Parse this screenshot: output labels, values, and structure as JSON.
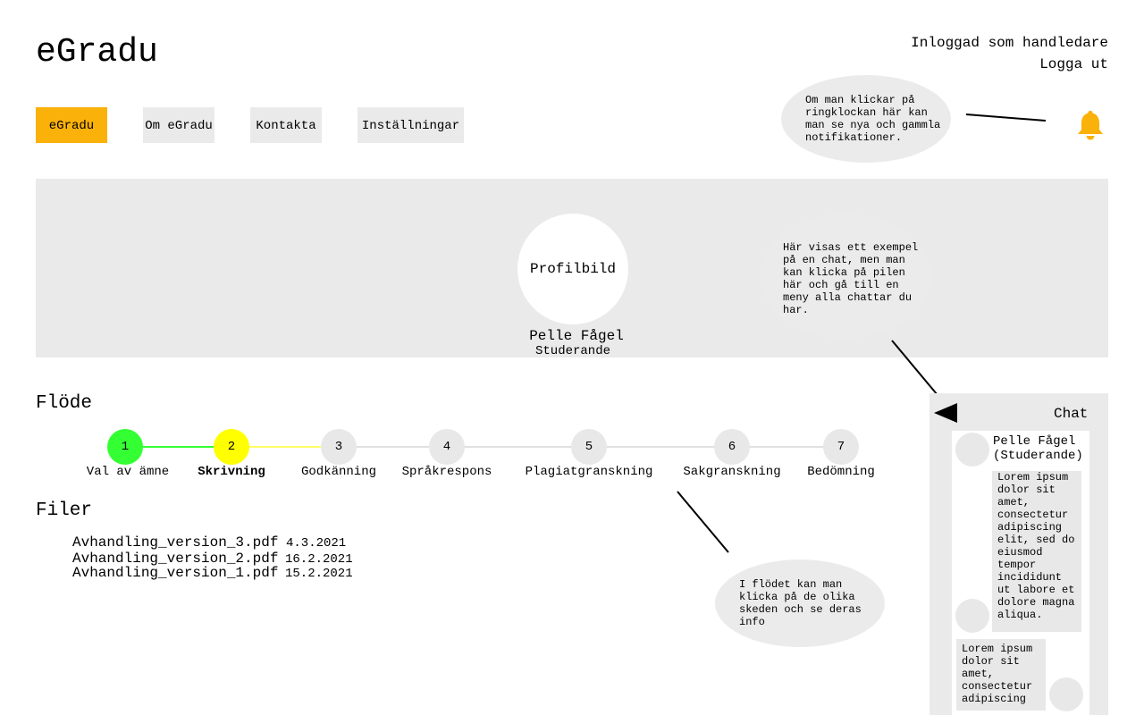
{
  "header": {
    "app_title": "eGradu",
    "logged_in_as": "Inloggad som handledare",
    "logout": "Logga ut"
  },
  "nav": [
    {
      "label": "eGradu",
      "active": true
    },
    {
      "label": "Om eGradu",
      "active": false
    },
    {
      "label": "Kontakta",
      "active": false
    },
    {
      "label": "Inställningar",
      "active": false
    }
  ],
  "annotations": {
    "notifications": "Om man klickar på ringklockan här kan man se nya och gammla notifikationer.",
    "chat": "Här visas ett exempel på en chat, men man kan klicka på pilen här och gå till en meny alla chattar du har.",
    "flow": "I flödet kan man klicka på de olika skeden och se  deras info"
  },
  "profile": {
    "photo_label": "Profilbild",
    "name": "Pelle Fågel",
    "role": "Studerande"
  },
  "flow": {
    "title": "Flöde",
    "steps": [
      {
        "number": "1",
        "label": "Val av ämne",
        "status": "done",
        "color": "#33ff33"
      },
      {
        "number": "2",
        "label": "Skrivning",
        "status": "current",
        "color": "#ffff00"
      },
      {
        "number": "3",
        "label": "Godkänning",
        "status": "pending",
        "color": "#e8e8e8"
      },
      {
        "number": "4",
        "label": "Språkrespons",
        "status": "pending",
        "color": "#e8e8e8"
      },
      {
        "number": "5",
        "label": "Plagiatgranskning",
        "status": "pending",
        "color": "#e8e8e8"
      },
      {
        "number": "6",
        "label": "Sakgranskning",
        "status": "pending",
        "color": "#e8e8e8"
      },
      {
        "number": "7",
        "label": "Bedömning",
        "status": "pending",
        "color": "#e8e8e8"
      }
    ]
  },
  "files": {
    "title": "Filer",
    "items": [
      {
        "name": "Avhandling_version_3.pdf",
        "date": "4.3.2021"
      },
      {
        "name": "Avhandling_version_2.pdf",
        "date": "16.2.2021"
      },
      {
        "name": "Avhandling_version_1.pdf",
        "date": "15.2.2021"
      }
    ]
  },
  "chat": {
    "title": "Chat",
    "contact_name": "Pelle Fågel",
    "contact_role": "(Studerande)",
    "messages": [
      {
        "text": "Lorem ipsum dolor sit amet, consectetur adipiscing elit, sed do eiusmod tempor incididunt ut labore et dolore magna aliqua."
      },
      {
        "text": "Lorem ipsum dolor sit amet, consectetur adipiscing"
      }
    ]
  },
  "colors": {
    "accent": "#fab10a",
    "bell": "#fab10a",
    "panel": "#eaeaea",
    "step_done": "#33ff33",
    "step_current": "#ffff00"
  }
}
